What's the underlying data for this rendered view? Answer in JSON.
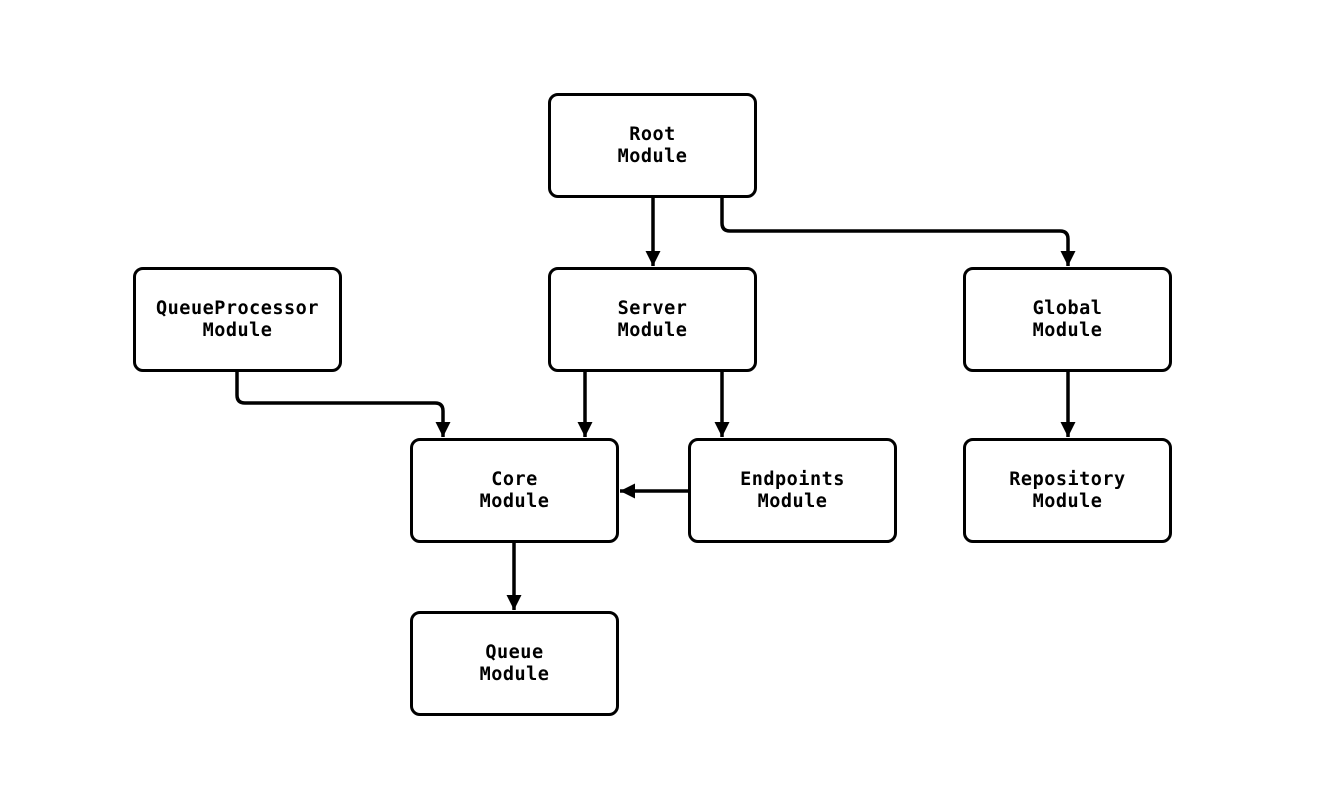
{
  "diagram": {
    "type": "flowchart",
    "background_color": "#ffffff",
    "node_fill_color": "#ffffff",
    "node_border_color": "#000000",
    "edge_color": "#000000",
    "text_color": "#000000",
    "nodes": [
      {
        "id": "root",
        "label": "Root\nModule"
      },
      {
        "id": "queueprocessor",
        "label": "QueueProcessor\nModule"
      },
      {
        "id": "server",
        "label": "Server\nModule"
      },
      {
        "id": "global",
        "label": "Global\nModule"
      },
      {
        "id": "core",
        "label": "Core\nModule"
      },
      {
        "id": "endpoints",
        "label": "Endpoints\nModule"
      },
      {
        "id": "repository",
        "label": "Repository\nModule"
      },
      {
        "id": "queue",
        "label": "Queue\nModule"
      }
    ],
    "edges": [
      {
        "from": "root",
        "to": "server"
      },
      {
        "from": "root",
        "to": "global"
      },
      {
        "from": "queueprocessor",
        "to": "core"
      },
      {
        "from": "server",
        "to": "core"
      },
      {
        "from": "server",
        "to": "endpoints"
      },
      {
        "from": "endpoints",
        "to": "core"
      },
      {
        "from": "global",
        "to": "repository"
      },
      {
        "from": "core",
        "to": "queue"
      }
    ]
  }
}
